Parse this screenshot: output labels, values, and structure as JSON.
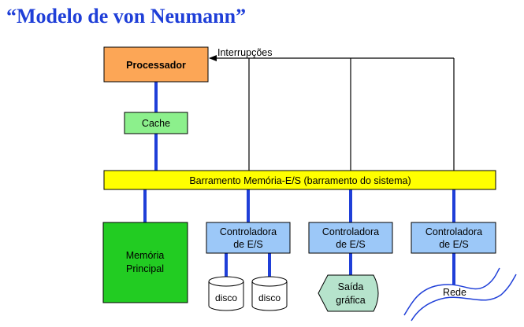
{
  "title": "“Modelo de von Neumann”",
  "processor": {
    "label": "Processador"
  },
  "interrupts": {
    "label": "Interrupções"
  },
  "cache": {
    "label": "Cache"
  },
  "bus": {
    "label": "Barramento Memória-E/S (barramento do sistema)"
  },
  "memory": {
    "line1": "Memória",
    "line2": "Principal"
  },
  "controllers": [
    {
      "line1": "Controladora",
      "line2": "de E/S"
    },
    {
      "line1": "Controladora",
      "line2": "de E/S"
    },
    {
      "line1": "Controladora",
      "line2": "de E/S"
    }
  ],
  "disks": [
    {
      "label": "disco"
    },
    {
      "label": "disco"
    }
  ],
  "graphic_output": {
    "line1": "Saída",
    "line2": "gráfica"
  },
  "network": {
    "label": "Rede"
  },
  "colors": {
    "title": "#1f3fd8",
    "processor": "#fca656",
    "cache": "#8cf08c",
    "bus": "#ffff00",
    "memory": "#22cc22",
    "controller": "#9cc8f8",
    "output": "#b6e3cc",
    "link": "#1f3fd8"
  }
}
